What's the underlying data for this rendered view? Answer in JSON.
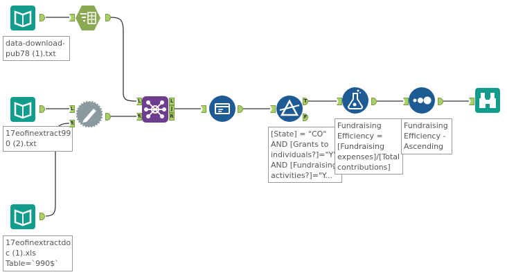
{
  "colors": {
    "input": "#129c8c",
    "parse": "#8ba852",
    "join": "#6d3d8f",
    "blue": "#1e5a94",
    "wire": "#333333",
    "anchor": "#a9cf6a"
  },
  "tools": [
    {
      "id": "input-1",
      "icon": "book-icon",
      "label": "data-download-\npub78 (1).txt"
    },
    {
      "id": "text-to-columns",
      "icon": "text-to-columns-icon"
    },
    {
      "id": "input-2",
      "icon": "book-icon",
      "label": "17eofinextract99\n0 (2).txt"
    },
    {
      "id": "dynamic-rename",
      "icon": "pencil-gear-icon"
    },
    {
      "id": "input-3",
      "icon": "book-icon",
      "label": "17eofinextractdo\nc (1).xls\nTable=`990$`"
    },
    {
      "id": "join",
      "icon": "join-icon"
    },
    {
      "id": "select",
      "icon": "select-icon"
    },
    {
      "id": "filter",
      "icon": "filter-icon",
      "label": "[State] = \"CO\"\nAND [Grants to\nindividuals?]=\"Y\"\nAND [Fundraising\nactivities?]=\"Y..."
    },
    {
      "id": "formula",
      "icon": "flask-icon",
      "label": "Fundraising\nEfficiency =\n[Fundraising\nexpenses]/[Total\ncontributions]"
    },
    {
      "id": "sort",
      "icon": "sort-dots-icon",
      "label": "Fundraising\nEfficiency -\nAscending"
    },
    {
      "id": "browse",
      "icon": "binoculars-icon"
    }
  ],
  "anchors": {
    "left": "L",
    "right": "R",
    "join": "J",
    "true": "T",
    "false": "F"
  }
}
